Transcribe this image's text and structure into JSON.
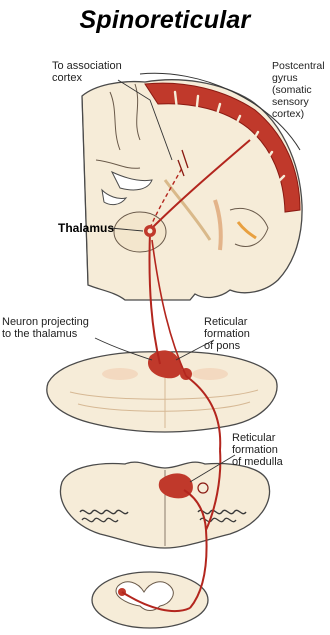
{
  "title": "Spinoreticular",
  "labels": {
    "association_cortex": "To association\ncortex",
    "somatosensory_cortex": "Postcentral\ngyrus\n(somatic\nsensory\ncortex)",
    "thalamus": "Thalamus",
    "neuron_projecting": "Neuron projecting\nto the thalamus",
    "reticular_pons": "Reticular\nformation\nof pons",
    "reticular_medulla": "Reticular\nformation\nof medulla"
  },
  "colors": {
    "pathway": "#b3261e",
    "cortex": "#c0392b",
    "tissue": "#f6ecd8",
    "outline": "#4a4a4a"
  }
}
